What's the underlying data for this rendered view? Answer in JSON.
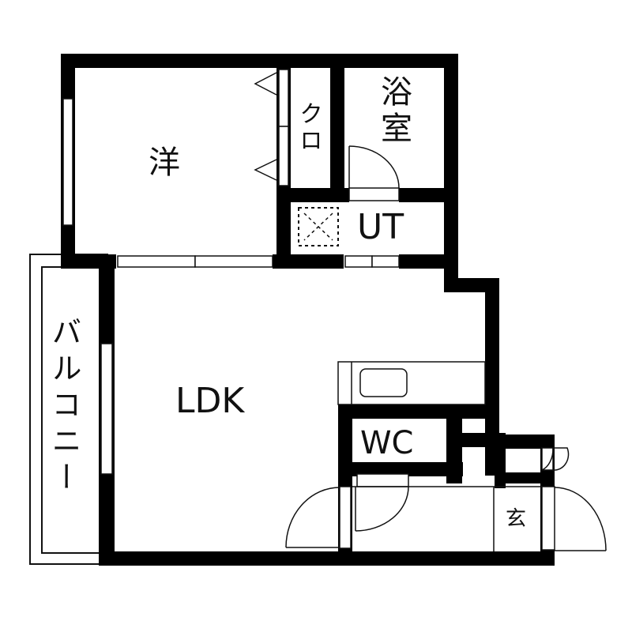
{
  "floor_plan": {
    "colors": {
      "wall": "#000000",
      "background": "#ffffff",
      "line": "#111111"
    },
    "rooms": {
      "western_room": {
        "label": "洋"
      },
      "closet": {
        "label": "クロ"
      },
      "bathroom": {
        "label": "浴室"
      },
      "utility": {
        "label": "UT"
      },
      "ldk": {
        "label": "LDK"
      },
      "balcony": {
        "label": "バルコニー"
      },
      "toilet": {
        "label": "WC"
      },
      "entrance": {
        "label": "玄"
      }
    }
  }
}
